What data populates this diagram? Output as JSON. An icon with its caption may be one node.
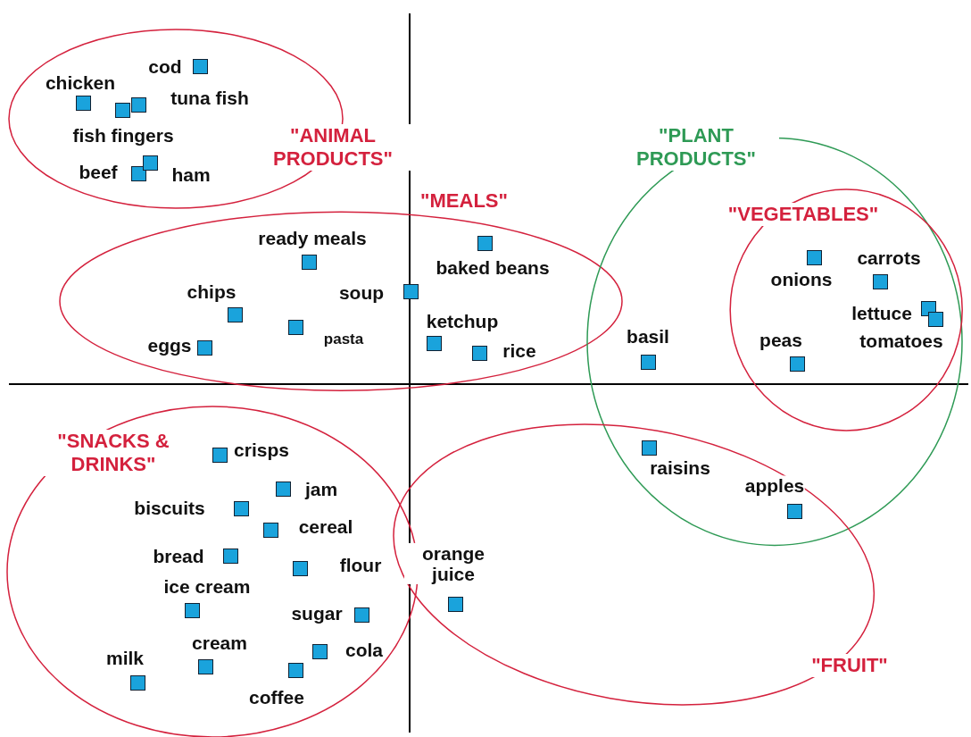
{
  "diagram": {
    "nodes": [
      {
        "text": [
          "\"ANIMAL PRODUCTS\""
        ]
      },
      {
        "text": [
          "\"MEALS\""
        ]
      },
      {
        "text": [
          "\"PLANT PRODUCTS\""
        ]
      },
      {
        "text": [
          "\"VEGETABLES\""
        ],
        "in": 2
      },
      {
        "text": [
          "\"SNACKS & DRINKS\""
        ]
      },
      {
        "text": [
          "\"FRUIT\""
        ]
      }
    ],
    "labels": [
      "cod",
      "chicken",
      "tuna fish",
      "fish fingers",
      "beef",
      "ham",
      "ready meals",
      "baked beans",
      "chips",
      "soup",
      "ketchup",
      "eggs",
      "pasta",
      "rice",
      "basil",
      "onions",
      "carrots",
      "lettuce",
      "peas",
      "tomatoes",
      "crisps",
      "raisins",
      "jam",
      "biscuits",
      "cereal",
      "apples",
      "bread",
      "flour",
      "orange juice",
      "ice cream",
      "sugar",
      "cream",
      "cola",
      "milk",
      "coffee"
    ]
  }
}
